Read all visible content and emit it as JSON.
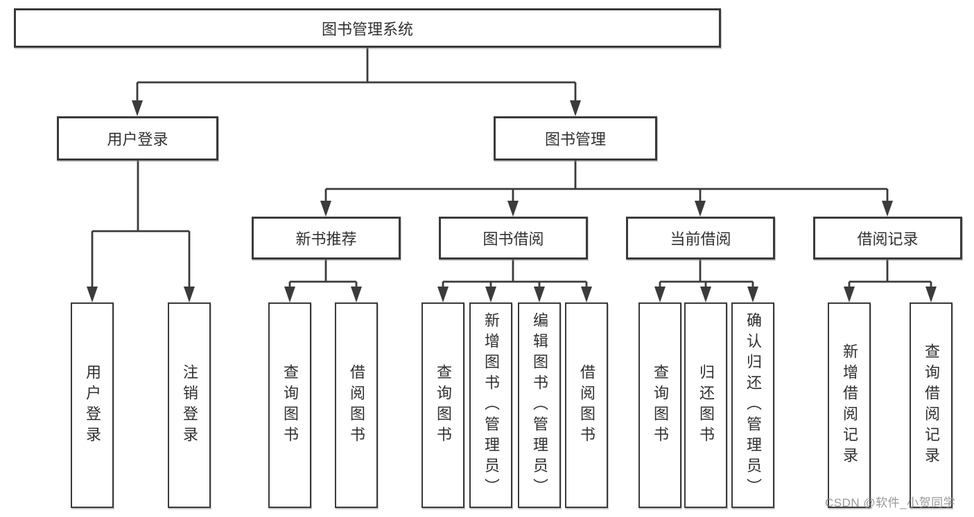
{
  "diagram": {
    "root": {
      "label": "图书管理系统"
    },
    "branches": [
      {
        "label": "用户登录",
        "children": [
          "用户登录",
          "注销登录"
        ]
      },
      {
        "label": "图书管理",
        "modules": [
          {
            "label": "新书推荐",
            "children": [
              "查询图书",
              "借阅图书"
            ]
          },
          {
            "label": "图书借阅",
            "children": [
              "查询图书",
              "新增图书（管理员）",
              "编辑图书（管理员）",
              "借阅图书"
            ]
          },
          {
            "label": "当前借阅",
            "children": [
              "查询图书",
              "归还图书",
              "确认归还（管理员）"
            ]
          },
          {
            "label": "借阅记录",
            "children": [
              "新增借阅记录",
              "查询借阅记录"
            ]
          }
        ]
      }
    ]
  },
  "watermark": {
    "text": "CSDN @软件_小贺同学"
  },
  "colors": {
    "line": "#3b3b3b",
    "border": "#3a3a3a",
    "text": "#303030",
    "background": "#ffffff",
    "watermark": "#8a8a8a"
  }
}
